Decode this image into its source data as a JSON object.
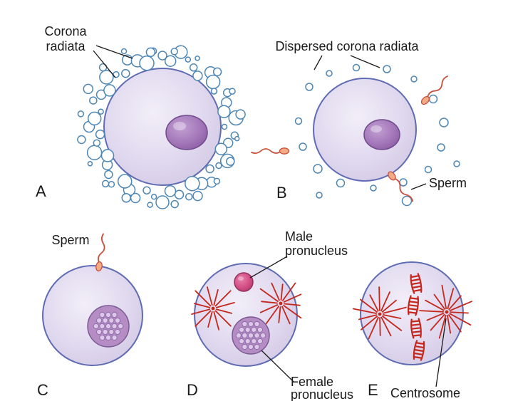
{
  "labels": {
    "corona_line1": "Corona",
    "corona_line2": "radiata",
    "dispersed": "Dispersed corona radiata",
    "sperm_b": "Sperm",
    "sperm_c": "Sperm",
    "male_line1": "Male",
    "male_line2": "pronucleus",
    "female_line1": "Female",
    "female_line2": "pronucleus",
    "centrosome": "Centrosome"
  },
  "letters": {
    "a": "A",
    "b": "B",
    "c": "C",
    "d": "D",
    "e": "E"
  },
  "colors": {
    "background": "#ffffff",
    "cell_border": "#5f6cb3",
    "cell_fill": "#ddd5eb",
    "nucleus": "#9c6fb5",
    "bubble": "#4d86b4",
    "sperm": "#c7503e",
    "sperm_head": "#f2ab85",
    "aster": "#c5271c",
    "male_pronucleus": "#d34f86",
    "female_pronucleus": "#b58cc4",
    "female_dot": "#dcc8e8",
    "label_text": "#1a1a1a"
  }
}
